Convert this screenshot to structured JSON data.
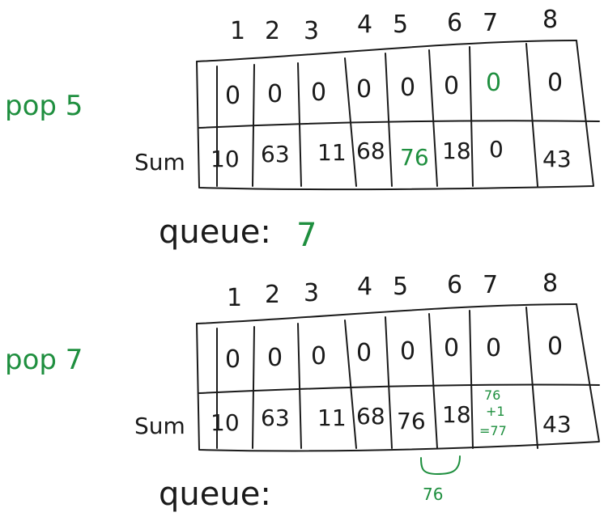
{
  "colors": {
    "ink": "#1a1a1a",
    "accent": "#1f8f3f"
  },
  "panels": [
    {
      "side_note": "pop 5",
      "indices": [
        "1",
        "2",
        "3",
        "4",
        "5",
        "6",
        "7",
        "8"
      ],
      "top_row": [
        "0",
        "0",
        "0",
        "0",
        "0",
        "0",
        "0",
        "0"
      ],
      "top_highlight_index": 6,
      "sum_label": "Sum",
      "sums": [
        "10",
        "63",
        "11",
        "68",
        "76",
        "18",
        "0",
        "43"
      ],
      "sum_highlight_index": 4,
      "queue_label": "queue:",
      "queue_value": "7"
    },
    {
      "side_note": "pop 7",
      "indices": [
        "1",
        "2",
        "3",
        "4",
        "5",
        "6",
        "7",
        "8"
      ],
      "top_row": [
        "0",
        "0",
        "0",
        "0",
        "0",
        "0",
        "0",
        "0"
      ],
      "top_highlight_index": -1,
      "sum_label": "Sum",
      "sums": [
        "10",
        "63",
        "11",
        "68",
        "76",
        "18",
        "",
        "43"
      ],
      "sum_highlight_index": -1,
      "calc_note": [
        "76",
        "+1",
        "=77"
      ],
      "bracket_label": "76",
      "queue_label": "queue:",
      "queue_value": ""
    }
  ]
}
